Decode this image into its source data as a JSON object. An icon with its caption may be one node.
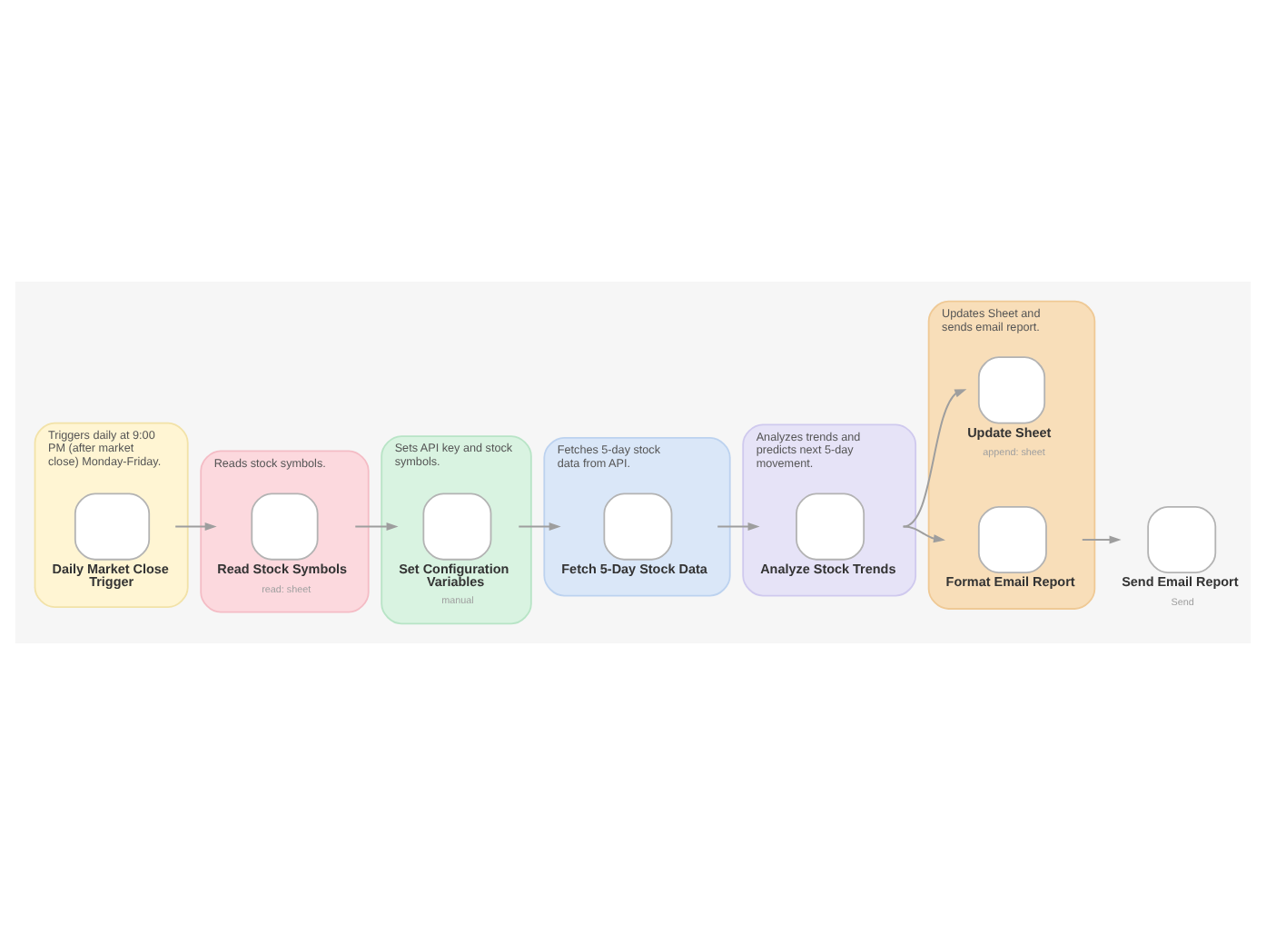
{
  "diagram": {
    "nodes": [
      {
        "text": [
          "Triggers daily at 9:00 PM (after market close) Monday-Friday."
        ]
      },
      {
        "text": [
          "Daily Market Close Trigger"
        ],
        "in": 0
      },
      {
        "text": [
          "Reads stock symbols."
        ]
      },
      {
        "text": [
          "Read Stock Symbols",
          "read: sheet"
        ],
        "in": 2
      },
      {
        "text": [
          "Sets API key and stock symbols."
        ]
      },
      {
        "text": [
          "Set Configuration Variables",
          "manual"
        ],
        "in": 4
      },
      {
        "text": [
          "Fetches 5-day stock data from API."
        ]
      },
      {
        "text": [
          "Fetch 5-Day Stock Data"
        ],
        "in": 6
      },
      {
        "text": [
          "Analyzes trends and predicts next 5-day movement."
        ]
      },
      {
        "text": [
          "Analyze Stock Trends"
        ],
        "in": 8
      },
      {
        "text": [
          "Updates Sheet and sends email report."
        ]
      },
      {
        "text": [
          "Update Sheet",
          "append: sheet"
        ],
        "in": 10
      },
      {
        "text": [
          "Format Email Report"
        ],
        "in": 10
      },
      {
        "text": [
          "Send Email Report",
          "Send"
        ]
      }
    ],
    "edges": [
      {
        "from": 1,
        "to": 3,
        "arrow": "to"
      },
      {
        "from": 3,
        "to": 5,
        "arrow": "to"
      },
      {
        "from": 5,
        "to": 7,
        "arrow": "to"
      },
      {
        "from": 7,
        "to": 9,
        "arrow": "to"
      },
      {
        "from": 9,
        "to": 11,
        "arrow": "to"
      },
      {
        "from": 9,
        "to": 12,
        "arrow": "to"
      },
      {
        "from": 12,
        "to": 13,
        "arrow": "to"
      }
    ]
  }
}
